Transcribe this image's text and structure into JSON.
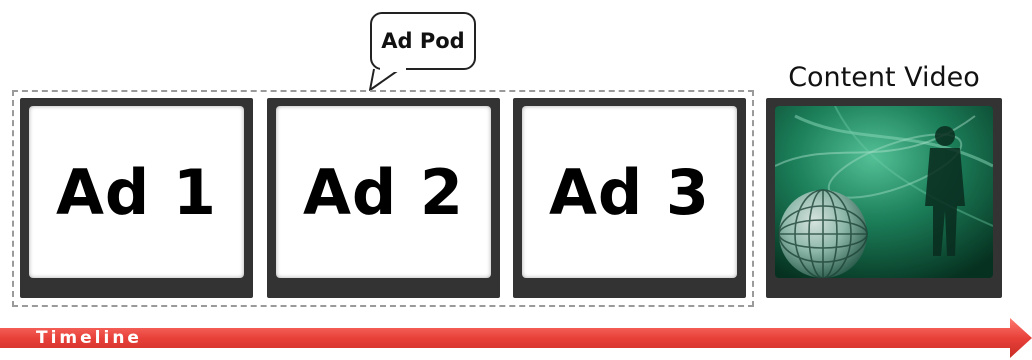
{
  "callout": {
    "label": "Ad Pod"
  },
  "ads": [
    {
      "label": "Ad 1"
    },
    {
      "label": "Ad 2"
    },
    {
      "label": "Ad 3"
    }
  ],
  "content": {
    "title": "Content Video"
  },
  "timeline": {
    "label": "Timeline"
  },
  "colors": {
    "frame": "#333333",
    "pod_border": "#9a9a9a",
    "timeline_red": "#e8413a"
  }
}
